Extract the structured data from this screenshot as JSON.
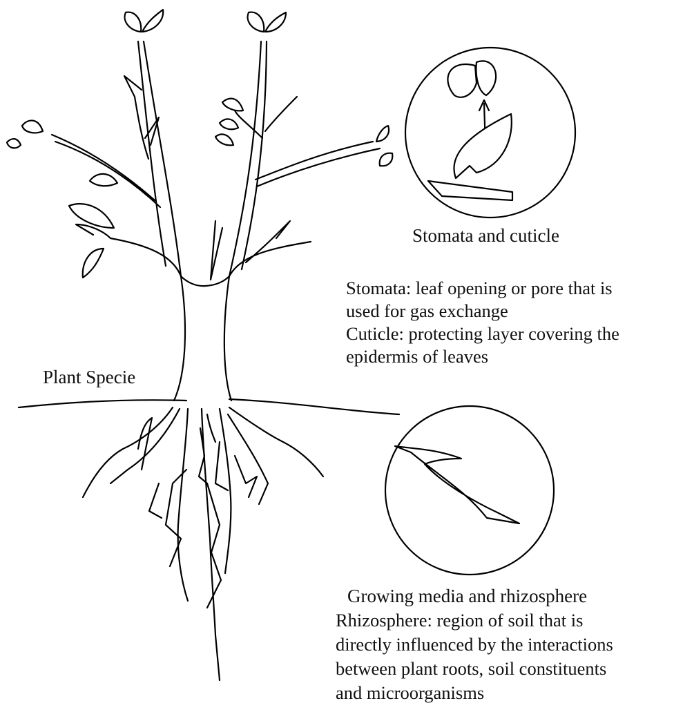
{
  "plant_label": "Plant Specie",
  "stomata_panel": {
    "title": "Stomata and cuticle",
    "description_lines": [
      "Stomata: leaf opening or pore that is",
      "used for gas exchange",
      "Cuticle: protecting layer covering the",
      "epidermis of leaves"
    ]
  },
  "rhizosphere_panel": {
    "title": "Growing media and rhizosphere",
    "description_lines": [
      "Rhizosphere: region of soil that is",
      "directly influenced by the interactions",
      "between plant roots, soil constituents",
      "and microorganisms"
    ]
  }
}
